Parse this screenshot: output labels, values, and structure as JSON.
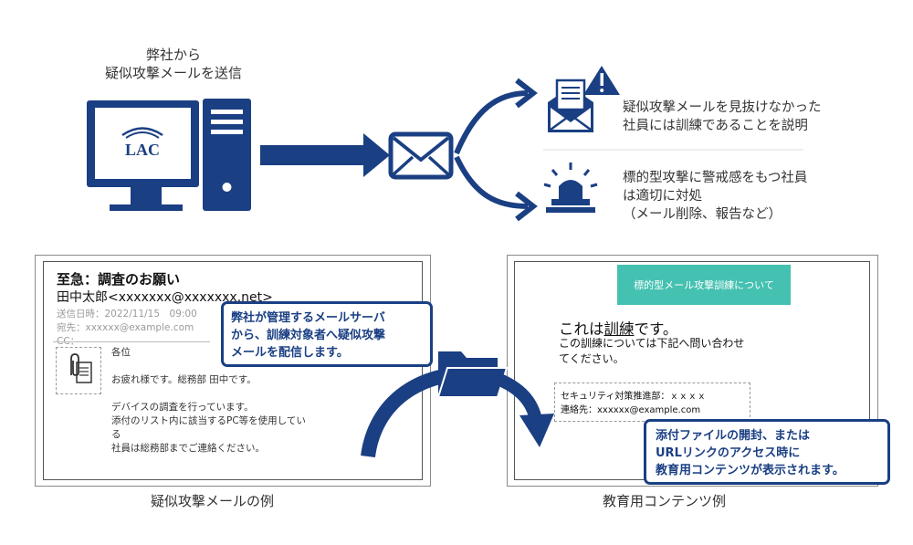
{
  "sender": {
    "caption_line1": "弊社から",
    "caption_line2": "疑似攻撃メールを送信",
    "logo_text": "LAC"
  },
  "outcomes": [
    {
      "line1": "疑似攻撃メールを見抜けなかった",
      "line2": "社員には訓練であることを説明",
      "line3": ""
    },
    {
      "line1": "標的型攻撃に警戒感をもつ社員",
      "line2": "は適切に対処",
      "line3": "（メール削除、報告など）"
    }
  ],
  "email_example": {
    "subject": "至急：調査のお願い",
    "from": "田中太郎<xxxxxxx@xxxxxxx.net>",
    "date": "送信日時：2022/11/15　09:00",
    "to": "宛先：xxxxxx@example.com",
    "cc": "CC：",
    "body": {
      "greeting": "各位",
      "intro": "お疲れ様です。総務部 田中です。",
      "line1": "デバイスの調査を行っています。",
      "line2": "添付のリスト内に該当するPC等を使用してい",
      "line3": "る",
      "line4": "社員は総務部までご連絡ください。"
    },
    "caption": "疑似攻撃メールの例"
  },
  "callouts": {
    "mail_server": {
      "line1": "弊社が管理するメールサーバ",
      "line2": "から、訓練対象者へ疑似攻撃",
      "line3": "メールを配信します。"
    },
    "attachment": {
      "line1": "添付ファイルの開封、または",
      "line2": "URLリンクのアクセス時に",
      "line3": "教育用コンテンツが表示されます。"
    }
  },
  "education_content": {
    "banner": "標的型メール攻撃訓練について",
    "heading_prefix": "これは",
    "heading_underlined": "訓練",
    "heading_suffix": "です。",
    "desc_line1": "この訓練については下記へ問い合わせ",
    "desc_line2": "てください。",
    "contact_dept": "セキュリティ対策推進部：ｘｘｘｘ",
    "contact_email": "連絡先：xxxxxx@example.com",
    "caption": "教育用コンテンツ例"
  },
  "colors": {
    "primary_navy": "#1a3f83",
    "teal_banner": "#45c1b1",
    "text": "#333333",
    "meta_gray": "#9a9a9a"
  },
  "icons": [
    "computer-icon",
    "tower-icon",
    "envelope-icon",
    "open-envelope-icon",
    "warning-icon",
    "alarm-light-icon",
    "clip-icon",
    "folder-icon"
  ]
}
